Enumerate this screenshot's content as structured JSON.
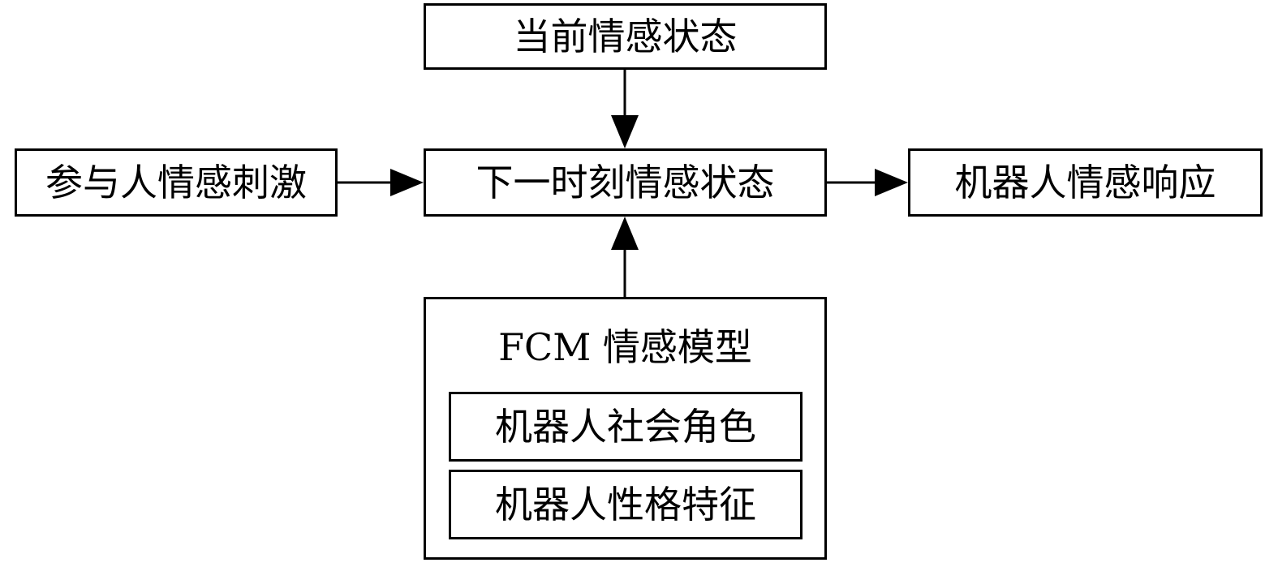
{
  "nodes": {
    "current_state": "当前情感状态",
    "participant_stimulus": "参与人情感刺激",
    "next_state": "下一时刻情感状态",
    "robot_response": "机器人情感响应",
    "fcm_model": {
      "title": "FCM 情感模型",
      "items": [
        "机器人社会角色",
        "机器人性格特征"
      ]
    }
  },
  "edges": [
    {
      "from": "current_state",
      "to": "next_state"
    },
    {
      "from": "participant_stimulus",
      "to": "next_state"
    },
    {
      "from": "fcm_model",
      "to": "next_state"
    },
    {
      "from": "next_state",
      "to": "robot_response"
    }
  ]
}
